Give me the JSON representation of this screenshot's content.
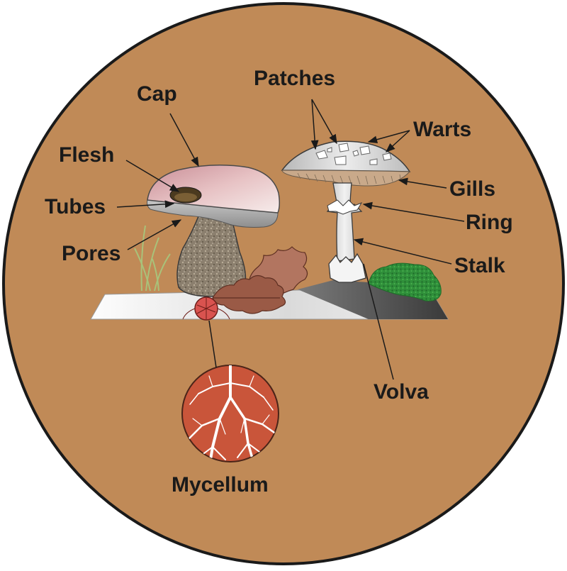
{
  "labels": {
    "cap": "Cap",
    "flesh": "Flesh",
    "tubes": "Tubes",
    "pores": "Pores",
    "patches": "Patches",
    "warts": "Warts",
    "gills": "Gills",
    "ring": "Ring",
    "stalk": "Stalk",
    "volva": "Volva",
    "mycelium": "Mycellum"
  },
  "colors": {
    "background": "#c08a57",
    "outline": "#1a1a1a",
    "ground": "#f2f2f2",
    "mycelium": "#c9553a",
    "moss": "#2f8f3a",
    "bolete_cap": "#d9a7ad",
    "leaf": "#9a5a46"
  }
}
